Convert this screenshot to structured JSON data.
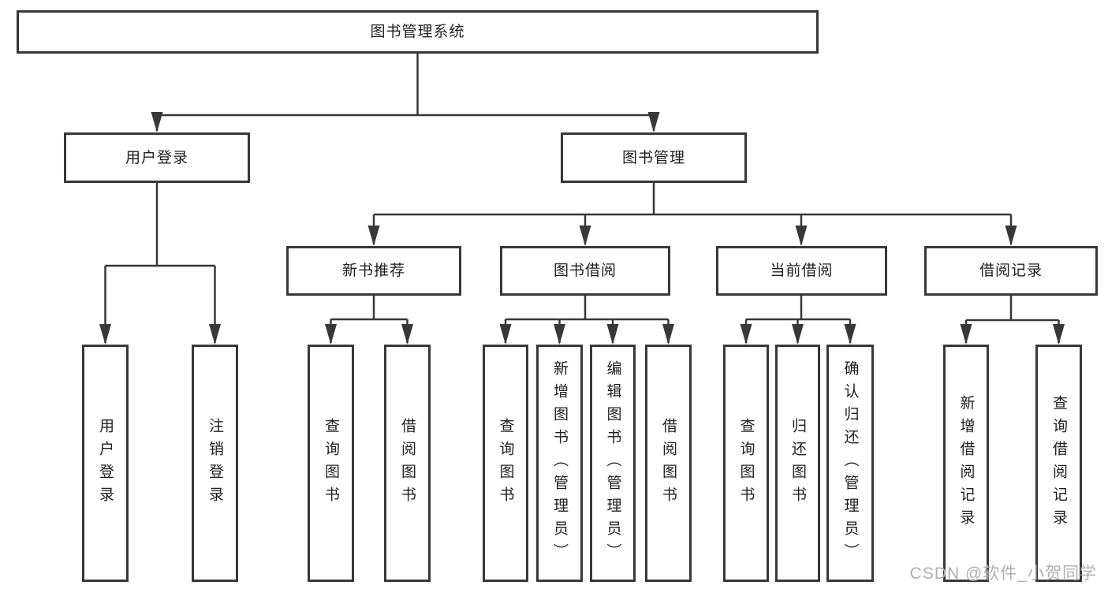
{
  "tree": {
    "root": {
      "label": "图书管理系统",
      "children": [
        {
          "label": "用户登录",
          "children": [
            {
              "label": "用户登录"
            },
            {
              "label": "注销登录"
            }
          ]
        },
        {
          "label": "图书管理",
          "children": [
            {
              "label": "新书推荐",
              "children": [
                {
                  "label": "查询图书"
                },
                {
                  "label": "借阅图书"
                }
              ]
            },
            {
              "label": "图书借阅",
              "children": [
                {
                  "label": "查询图书"
                },
                {
                  "label": "新增图书（管理员）"
                },
                {
                  "label": "编辑图书（管理员）"
                },
                {
                  "label": "借阅图书"
                }
              ]
            },
            {
              "label": "当前借阅",
              "children": [
                {
                  "label": "查询图书"
                },
                {
                  "label": "归还图书"
                },
                {
                  "label": "确认归还（管理员）"
                }
              ]
            },
            {
              "label": "借阅记录",
              "children": [
                {
                  "label": "新增借阅记录"
                },
                {
                  "label": "查询借阅记录"
                }
              ]
            }
          ]
        }
      ]
    }
  },
  "watermark": {
    "text": "CSDN @软件_小贺同学",
    "color": "#b0b0b0"
  },
  "colors": {
    "line": "#383838",
    "box_border": "#383838",
    "text": "#1f1f1f",
    "background": "#ffffff"
  }
}
